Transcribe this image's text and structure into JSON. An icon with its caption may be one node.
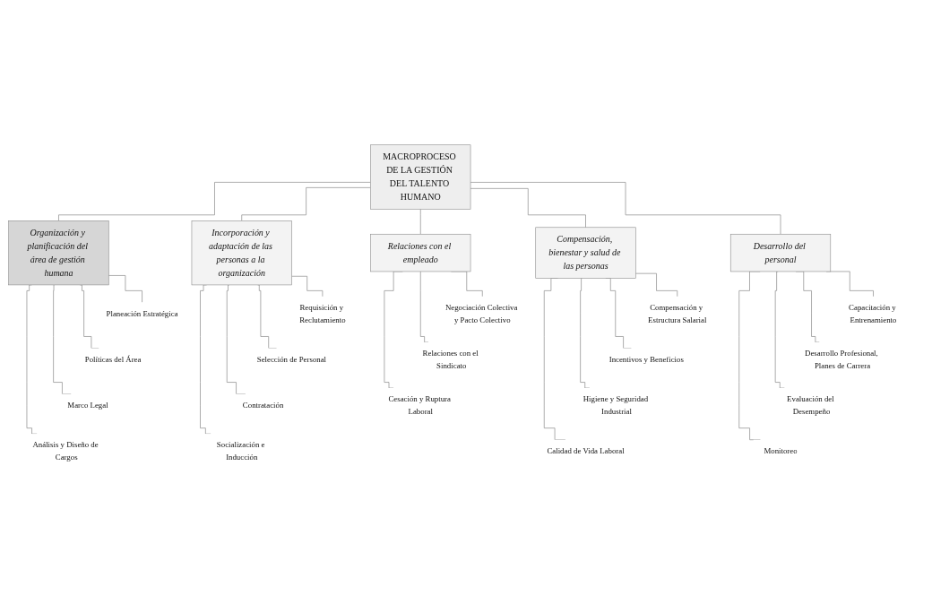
{
  "diagram": {
    "nodes": [
      {
        "text": [
          "MACROPROCESO DE LA GESTIÓN DEL TALENTO HUMANO"
        ]
      },
      {
        "text": [
          "Organización y planificación del área de gestión humana"
        ]
      },
      {
        "text": [
          "Incorporación y adaptación de las personas a la organización"
        ]
      },
      {
        "text": [
          "Compensación, bienestar y salud de las personas"
        ]
      },
      {
        "text": [
          "Desarrollo del personal"
        ]
      },
      {
        "text": [
          "Relaciones con el empleado"
        ]
      },
      {
        "text": [
          "Planeación Estratégica"
        ]
      },
      {
        "text": [
          "Políticas del Área"
        ]
      },
      {
        "text": [
          "Marco Legal"
        ]
      },
      {
        "text": [
          "Análisis y Diseño de Cargos"
        ]
      },
      {
        "text": [
          "Requisición y Reclutamiento"
        ]
      },
      {
        "text": [
          "Selección de Personal"
        ]
      },
      {
        "text": [
          "Contratación"
        ]
      },
      {
        "text": [
          "Socialización e Inducción"
        ]
      },
      {
        "text": [
          "Compensación y Estructura Salarial"
        ]
      },
      {
        "text": [
          "Incentivos y Beneficios"
        ]
      },
      {
        "text": [
          "Higiene y Seguridad Industrial"
        ]
      },
      {
        "text": [
          "Calidad de Vida Laboral"
        ]
      },
      {
        "text": [
          "Capacitación y Entrenamiento"
        ]
      },
      {
        "text": [
          "Desarrollo Profesional, Planes de Carrera"
        ]
      },
      {
        "text": [
          "Evaluación del Desempeño"
        ]
      },
      {
        "text": [
          "Monitoreo"
        ]
      },
      {
        "text": [
          "Negociación Colectiva y Pacto Colectivo"
        ]
      },
      {
        "text": [
          "Relaciones con el Sindicato"
        ]
      },
      {
        "text": [
          "Cesación y Ruptura Laboral"
        ]
      }
    ],
    "edges": [
      {
        "from": 0,
        "to": 1,
        "arrow": "none"
      },
      {
        "from": 0,
        "to": 2,
        "arrow": "none"
      },
      {
        "from": 0,
        "to": 3,
        "arrow": "none"
      },
      {
        "from": 0,
        "to": 4,
        "arrow": "none"
      },
      {
        "from": 0,
        "to": 5,
        "arrow": "none"
      },
      {
        "from": 1,
        "to": 6,
        "arrow": "none"
      },
      {
        "from": 1,
        "to": 7,
        "arrow": "none"
      },
      {
        "from": 1,
        "to": 8,
        "arrow": "none"
      },
      {
        "from": 1,
        "to": 9,
        "arrow": "none"
      },
      {
        "from": 2,
        "to": 10,
        "arrow": "none"
      },
      {
        "from": 2,
        "to": 11,
        "arrow": "none"
      },
      {
        "from": 2,
        "to": 12,
        "arrow": "none"
      },
      {
        "from": 2,
        "to": 13,
        "arrow": "none"
      },
      {
        "from": 3,
        "to": 14,
        "arrow": "none"
      },
      {
        "from": 3,
        "to": 15,
        "arrow": "none"
      },
      {
        "from": 3,
        "to": 16,
        "arrow": "none"
      },
      {
        "from": 3,
        "to": 17,
        "arrow": "none"
      },
      {
        "from": 4,
        "to": 18,
        "arrow": "none"
      },
      {
        "from": 4,
        "to": 19,
        "arrow": "none"
      },
      {
        "from": 4,
        "to": 20,
        "arrow": "none"
      },
      {
        "from": 4,
        "to": 21,
        "arrow": "none"
      },
      {
        "from": 5,
        "to": 22,
        "arrow": "none"
      },
      {
        "from": 5,
        "to": 23,
        "arrow": "none"
      },
      {
        "from": 5,
        "to": 24,
        "arrow": "none"
      }
    ]
  }
}
